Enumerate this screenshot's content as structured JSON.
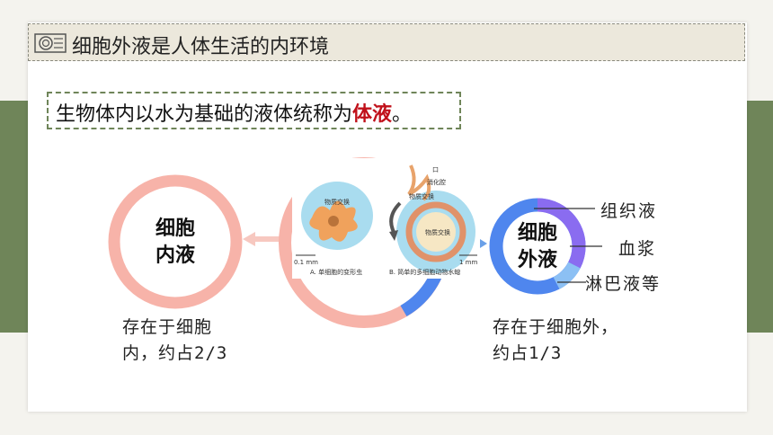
{
  "title": "细胞外液是人体生活的内环境",
  "definition": {
    "before": "生物体内以水为基础的液体统称为",
    "highlight": "体液",
    "after": "。"
  },
  "intracellular": {
    "label_line1": "细胞",
    "label_line2": "内液",
    "desc_line1": "存在于细胞",
    "desc_line2": "内，约占2/3"
  },
  "extracellular": {
    "label_line1": "细胞",
    "label_line2": "外液",
    "desc_line1": "存在于细胞外，",
    "desc_line2": "约占1/3"
  },
  "legend": [
    "组织液",
    "血浆",
    "淋巴液等"
  ],
  "figure": {
    "label_a": "A. 单细胞的变形虫",
    "label_b": "B. 简单的多细胞动物水螅",
    "scale_a": "0.1 mm",
    "scale_b": "1 mm",
    "exchange_a": "物质交换",
    "exchange_b": "物质交换",
    "exchange_c": "物质交换",
    "cavity": "消化腔",
    "mouth": "口"
  },
  "colors": {
    "band": "#6f8559",
    "ring_pink": "#f7b3a9",
    "ring_blue": "#4f86ee",
    "highlight": "#c0101a",
    "purple": "#8a6cf0",
    "light_blue": "#8cc0f4"
  }
}
